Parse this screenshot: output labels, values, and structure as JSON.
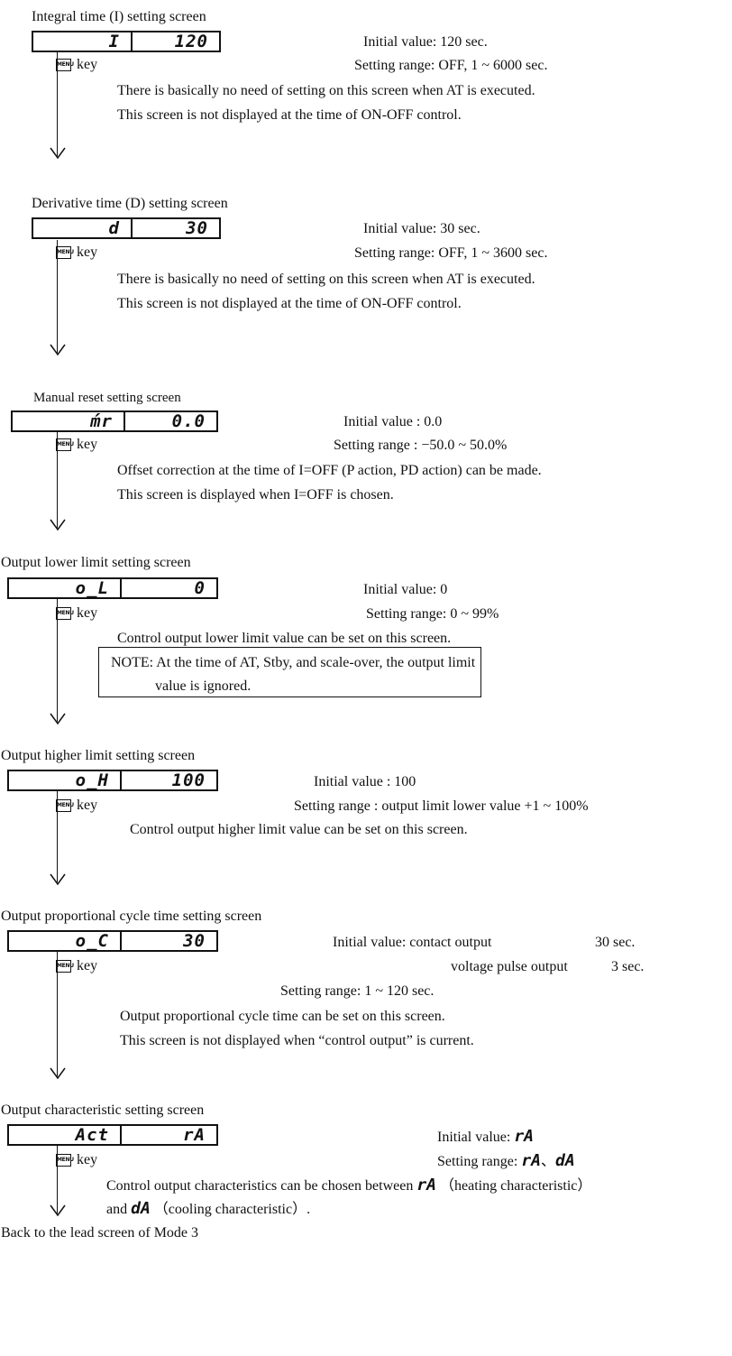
{
  "menu_key_icon_text": "MENU",
  "key_label": "key",
  "sections": [
    {
      "title": "Integral time (I) setting screen",
      "display_left": "I",
      "display_right": "120",
      "initial": "Initial value: 120 sec.",
      "range": "Setting range: OFF, 1 ~ 6000 sec.",
      "desc1": "There is basically no need of setting on this screen when AT is executed.",
      "desc2": "This screen is not displayed at the time of ON-OFF control."
    },
    {
      "title": "Derivative time (D) setting screen",
      "display_left": "d",
      "display_right": "30",
      "initial": "Initial value: 30 sec.",
      "range": "Setting range: OFF, 1 ~ 3600 sec.",
      "desc1": "There is basically no need of setting on this screen when AT is executed.",
      "desc2": "This screen is not displayed at the time of ON-OFF control."
    },
    {
      "title": "Manual reset setting screen",
      "display_left": "ḿr",
      "display_right": "0.0",
      "initial": "Initial value : 0.0",
      "range": "Setting range : −50.0 ~ 50.0%",
      "desc1": "Offset correction at the time of I=OFF (P action, PD action) can be made.",
      "desc2": "This screen is displayed when I=OFF is chosen."
    },
    {
      "title": "Output lower limit setting screen",
      "display_left": "o_L",
      "display_right": "0",
      "initial": "Initial value: 0",
      "range": "Setting range: 0 ~ 99%",
      "desc1": "Control output lower limit value can be set on this screen.",
      "note_line1": "NOTE: At the time of AT, Stby, and scale-over, the output limit",
      "note_line2": "value is ignored."
    },
    {
      "title": "Output higher limit setting screen",
      "display_left": "o_H",
      "display_right": "100",
      "initial": "Initial value : 100",
      "range": "Setting range : output limit lower value +1 ~ 100%",
      "desc1": "Control output higher limit value can be set on this screen."
    },
    {
      "title": "Output proportional cycle time setting screen",
      "display_left": "o_C",
      "display_right": "30",
      "initial_label": "Initial value: contact output",
      "initial_value1": "30 sec.",
      "initial_label2": "voltage pulse output",
      "initial_value2": "3 sec.",
      "range": "Setting range:   1 ~ 120 sec.",
      "desc1": "Output proportional cycle time can be set on this screen.",
      "desc2": "This screen is not displayed when “control output” is current."
    },
    {
      "title": "Output characteristic setting screen",
      "display_left": "Act",
      "display_right": "rA",
      "initial_prefix": "Initial value:",
      "initial_seg": "rA",
      "range_prefix": "Setting range:",
      "range_seg1": "rA",
      "range_sep": "、",
      "range_seg2": "dA",
      "desc1_prefix": "Control output characteristics can be chosen between",
      "desc1_seg": "rA",
      "desc1_suffix": "（heating characteristic）",
      "desc2_prefix": "and",
      "desc2_seg": "dA",
      "desc2_suffix": "（cooling characteristic）."
    }
  ],
  "footer": "Back to the lead screen of Mode 3"
}
